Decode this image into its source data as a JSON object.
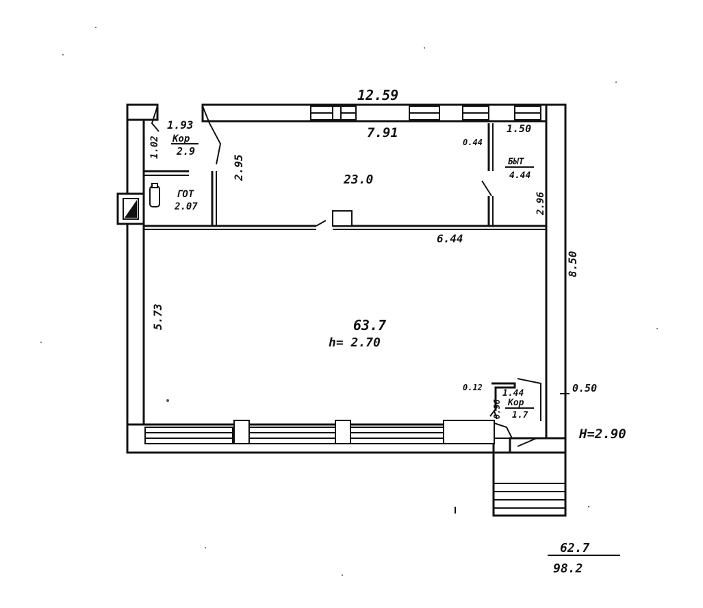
{
  "plan": {
    "overall_width": "12.59",
    "overall_depth": "8.50",
    "main_hall": {
      "area": "63.7",
      "height": "h= 2.70",
      "side_length": "5.73",
      "partition_length": "6.44"
    },
    "back_room": {
      "area": "23.0",
      "length": "7.91",
      "depth": "2.95"
    },
    "corridor": {
      "width": "1.93",
      "label": "Кор",
      "area": "2.9",
      "side": "1.02"
    },
    "toilet": {
      "label": "ГОТ",
      "area": "2.07"
    },
    "utility": {
      "label": "БЫТ",
      "area": "4.44",
      "width": "1.50",
      "depth": "2.96",
      "opening": "0.44"
    },
    "entry_corridor": {
      "width": "1.44",
      "label": "Кор",
      "area": "1.7",
      "opening": "0.12",
      "side": "0.96"
    },
    "exterior": {
      "wall": "0.50",
      "height_note": "H=2.90"
    },
    "totals": {
      "numerator": "62.7",
      "denominator": "98.2"
    }
  }
}
